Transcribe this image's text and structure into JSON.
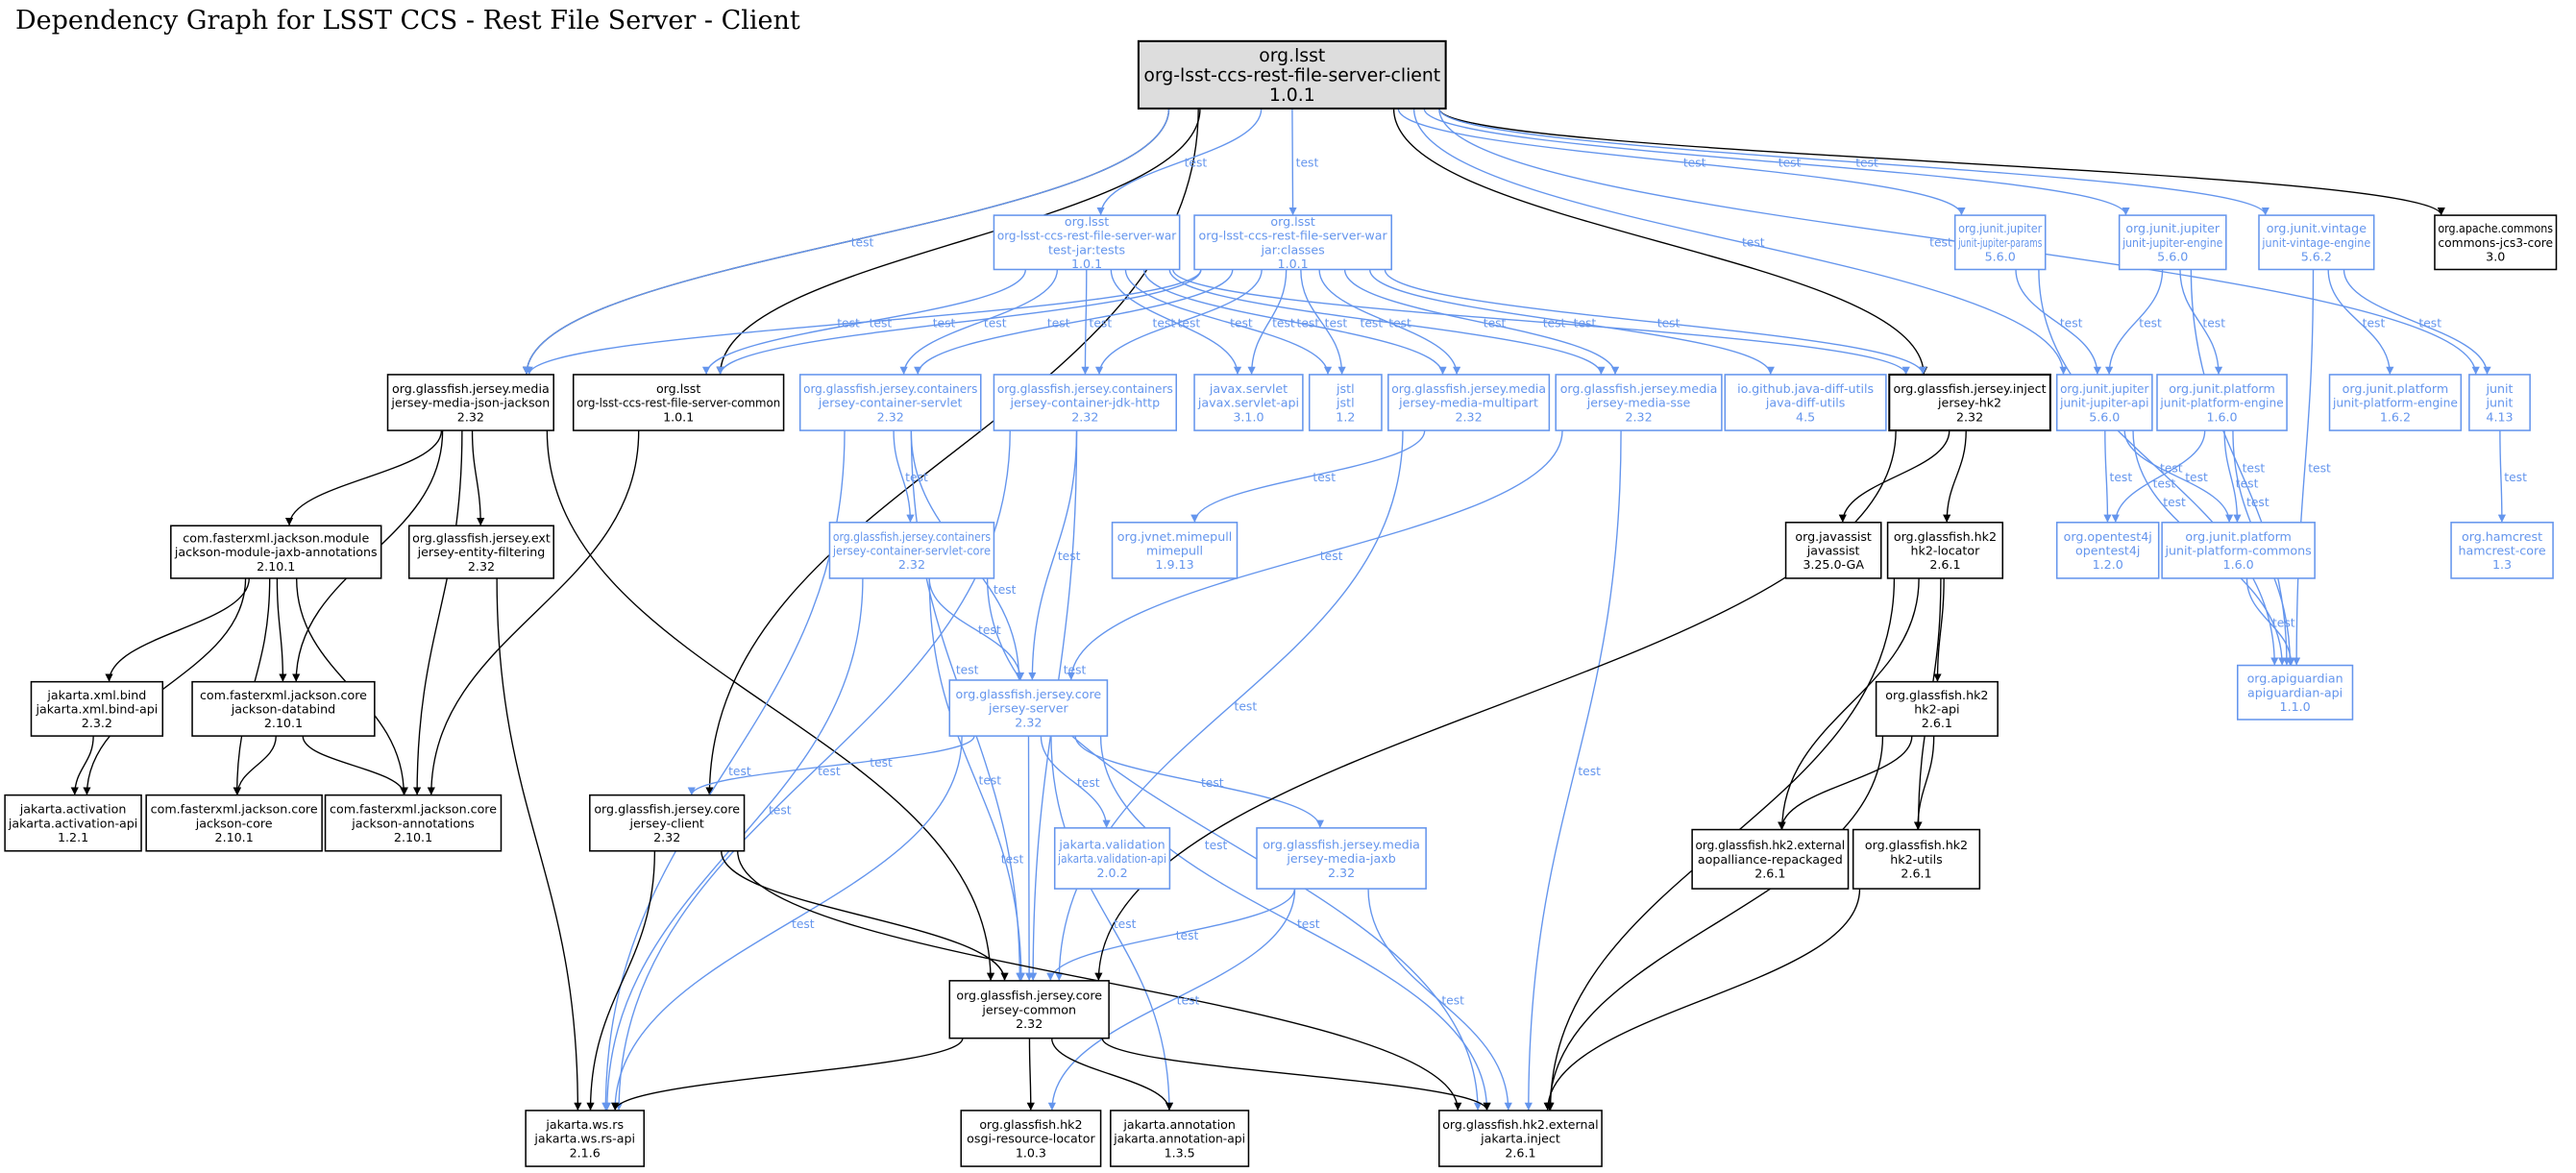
{
  "title": "Dependency Graph for LSST CCS - Rest File Server - Client",
  "colors": {
    "compile": "#000000",
    "test": "#6495ED",
    "root_fill": "#DDDDDD"
  },
  "nodes": [
    {
      "id": "root",
      "lines": [
        "org.lsst",
        "org-lsst-ccs-rest-file-server-client",
        "1.0.1"
      ],
      "scope": "root"
    },
    {
      "id": "war_tests",
      "lines": [
        "org.lsst",
        "org-lsst-ccs-rest-file-server-war",
        "test-jar:tests",
        "1.0.1"
      ],
      "scope": "test"
    },
    {
      "id": "war_classes",
      "lines": [
        "org.lsst",
        "org-lsst-ccs-rest-file-server-war",
        "jar:classes",
        "1.0.1"
      ],
      "scope": "test"
    },
    {
      "id": "jup_params",
      "lines": [
        "org.junit.jupiter",
        "junit-jupiter-params",
        "5.6.0"
      ],
      "scope": "test"
    },
    {
      "id": "jup_engine",
      "lines": [
        "org.junit.jupiter",
        "junit-jupiter-engine",
        "5.6.0"
      ],
      "scope": "test"
    },
    {
      "id": "vintage",
      "lines": [
        "org.junit.vintage",
        "junit-vintage-engine",
        "5.6.2"
      ],
      "scope": "test"
    },
    {
      "id": "jcs3",
      "lines": [
        "org.apache.commons",
        "commons-jcs3-core",
        "3.0"
      ],
      "scope": "compile"
    },
    {
      "id": "json_jackson",
      "lines": [
        "org.glassfish.jersey.media",
        "jersey-media-json-jackson",
        "2.32"
      ],
      "scope": "compile"
    },
    {
      "id": "server_common",
      "lines": [
        "org.lsst",
        "org-lsst-ccs-rest-file-server-common",
        "1.0.1"
      ],
      "scope": "compile"
    },
    {
      "id": "cont_servlet",
      "lines": [
        "org.glassfish.jersey.containers",
        "jersey-container-servlet",
        "2.32"
      ],
      "scope": "test"
    },
    {
      "id": "cont_jdk",
      "lines": [
        "org.glassfish.jersey.containers",
        "jersey-container-jdk-http",
        "2.32"
      ],
      "scope": "test"
    },
    {
      "id": "servlet_api",
      "lines": [
        "javax.servlet",
        "javax.servlet-api",
        "3.1.0"
      ],
      "scope": "test"
    },
    {
      "id": "jstl",
      "lines": [
        "jstl",
        "jstl",
        "1.2"
      ],
      "scope": "test"
    },
    {
      "id": "multipart",
      "lines": [
        "org.glassfish.jersey.media",
        "jersey-media-multipart",
        "2.32"
      ],
      "scope": "test"
    },
    {
      "id": "sse",
      "lines": [
        "org.glassfish.jersey.media",
        "jersey-media-sse",
        "2.32"
      ],
      "scope": "test"
    },
    {
      "id": "diff_utils",
      "lines": [
        "io.github.java-diff-utils",
        "java-diff-utils",
        "4.5"
      ],
      "scope": "test"
    },
    {
      "id": "jersey_hk2",
      "lines": [
        "org.glassfish.jersey.inject",
        "jersey-hk2",
        "2.32"
      ],
      "scope": "compile"
    },
    {
      "id": "jup_api",
      "lines": [
        "org.junit.jupiter",
        "junit-jupiter-api",
        "5.6.0"
      ],
      "scope": "test"
    },
    {
      "id": "plat_engine_160",
      "lines": [
        "org.junit.platform",
        "junit-platform-engine",
        "1.6.0"
      ],
      "scope": "test"
    },
    {
      "id": "plat_engine_162",
      "lines": [
        "org.junit.platform",
        "junit-platform-engine",
        "1.6.2"
      ],
      "scope": "test"
    },
    {
      "id": "junit",
      "lines": [
        "junit",
        "junit",
        "4.13"
      ],
      "scope": "test"
    },
    {
      "id": "jaxb_ann",
      "lines": [
        "com.fasterxml.jackson.module",
        "jackson-module-jaxb-annotations",
        "2.10.1"
      ],
      "scope": "compile"
    },
    {
      "id": "entity_filtering",
      "lines": [
        "org.glassfish.jersey.ext",
        "jersey-entity-filtering",
        "2.32"
      ],
      "scope": "compile"
    },
    {
      "id": "servlet_core",
      "lines": [
        "org.glassfish.jersey.containers",
        "jersey-container-servlet-core",
        "2.32"
      ],
      "scope": "test"
    },
    {
      "id": "mimepull",
      "lines": [
        "org.jvnet.mimepull",
        "mimepull",
        "1.9.13"
      ],
      "scope": "test"
    },
    {
      "id": "javassist",
      "lines": [
        "org.javassist",
        "javassist",
        "3.25.0-GA"
      ],
      "scope": "compile"
    },
    {
      "id": "hk2_locator",
      "lines": [
        "org.glassfish.hk2",
        "hk2-locator",
        "2.6.1"
      ],
      "scope": "compile"
    },
    {
      "id": "opentest4j",
      "lines": [
        "org.opentest4j",
        "opentest4j",
        "1.2.0"
      ],
      "scope": "test"
    },
    {
      "id": "plat_commons",
      "lines": [
        "org.junit.platform",
        "junit-platform-commons",
        "1.6.0"
      ],
      "scope": "test"
    },
    {
      "id": "hamcrest",
      "lines": [
        "org.hamcrest",
        "hamcrest-core",
        "1.3"
      ],
      "scope": "test"
    },
    {
      "id": "xml_bind",
      "lines": [
        "jakarta.xml.bind",
        "jakarta.xml.bind-api",
        "2.3.2"
      ],
      "scope": "compile"
    },
    {
      "id": "databind",
      "lines": [
        "com.fasterxml.jackson.core",
        "jackson-databind",
        "2.10.1"
      ],
      "scope": "compile"
    },
    {
      "id": "jersey_server",
      "lines": [
        "org.glassfish.jersey.core",
        "jersey-server",
        "2.32"
      ],
      "scope": "test"
    },
    {
      "id": "hk2_api",
      "lines": [
        "org.glassfish.hk2",
        "hk2-api",
        "2.6.1"
      ],
      "scope": "compile"
    },
    {
      "id": "apiguardian",
      "lines": [
        "org.apiguardian",
        "apiguardian-api",
        "1.1.0"
      ],
      "scope": "test"
    },
    {
      "id": "activation",
      "lines": [
        "jakarta.activation",
        "jakarta.activation-api",
        "1.2.1"
      ],
      "scope": "compile"
    },
    {
      "id": "jackson_core",
      "lines": [
        "com.fasterxml.jackson.core",
        "jackson-core",
        "2.10.1"
      ],
      "scope": "compile"
    },
    {
      "id": "jackson_ann",
      "lines": [
        "com.fasterxml.jackson.core",
        "jackson-annotations",
        "2.10.1"
      ],
      "scope": "compile"
    },
    {
      "id": "jersey_client",
      "lines": [
        "org.glassfish.jersey.core",
        "jersey-client",
        "2.32"
      ],
      "scope": "compile"
    },
    {
      "id": "validation",
      "lines": [
        "jakarta.validation",
        "jakarta.validation-api",
        "2.0.2"
      ],
      "scope": "test"
    },
    {
      "id": "media_jaxb",
      "lines": [
        "org.glassfish.jersey.media",
        "jersey-media-jaxb",
        "2.32"
      ],
      "scope": "test"
    },
    {
      "id": "aopalliance",
      "lines": [
        "org.glassfish.hk2.external",
        "aopalliance-repackaged",
        "2.6.1"
      ],
      "scope": "compile"
    },
    {
      "id": "hk2_utils",
      "lines": [
        "org.glassfish.hk2",
        "hk2-utils",
        "2.6.1"
      ],
      "scope": "compile"
    },
    {
      "id": "jersey_common",
      "lines": [
        "org.glassfish.jersey.core",
        "jersey-common",
        "2.32"
      ],
      "scope": "compile"
    },
    {
      "id": "wsrs",
      "lines": [
        "jakarta.ws.rs",
        "jakarta.ws.rs-api",
        "2.1.6"
      ],
      "scope": "compile"
    },
    {
      "id": "osgi",
      "lines": [
        "org.glassfish.hk2",
        "osgi-resource-locator",
        "1.0.3"
      ],
      "scope": "compile"
    },
    {
      "id": "annotation",
      "lines": [
        "jakarta.annotation",
        "jakarta.annotation-api",
        "1.3.5"
      ],
      "scope": "compile"
    },
    {
      "id": "inject",
      "lines": [
        "org.glassfish.hk2.external",
        "jakarta.inject",
        "2.6.1"
      ],
      "scope": "compile"
    }
  ],
  "edges": [
    {
      "from": "root",
      "to": "json_jackson",
      "label": ""
    },
    {
      "from": "root",
      "to": "server_common",
      "label": ""
    },
    {
      "from": "root",
      "to": "jersey_client",
      "label": ""
    },
    {
      "from": "root",
      "to": "jersey_hk2",
      "label": ""
    },
    {
      "from": "root",
      "to": "jcs3",
      "label": ""
    },
    {
      "from": "root",
      "to": "war_tests",
      "label": "test"
    },
    {
      "from": "root",
      "to": "war_classes",
      "label": "test"
    },
    {
      "from": "root",
      "to": "jup_params",
      "label": "test"
    },
    {
      "from": "root",
      "to": "jup_api",
      "label": "test"
    },
    {
      "from": "root",
      "to": "jup_engine",
      "label": "test"
    },
    {
      "from": "root",
      "to": "vintage",
      "label": "test"
    },
    {
      "from": "root",
      "to": "junit",
      "label": "test"
    },
    {
      "from": "root",
      "to": "json_jackson",
      "label": "test"
    },
    {
      "from": "war_tests",
      "to": "server_common",
      "label": "test"
    },
    {
      "from": "war_tests",
      "to": "cont_servlet",
      "label": "test"
    },
    {
      "from": "war_tests",
      "to": "cont_jdk",
      "label": "test"
    },
    {
      "from": "war_tests",
      "to": "servlet_api",
      "label": "test"
    },
    {
      "from": "war_tests",
      "to": "jstl",
      "label": "test"
    },
    {
      "from": "war_tests",
      "to": "multipart",
      "label": "test"
    },
    {
      "from": "war_tests",
      "to": "sse",
      "label": "test"
    },
    {
      "from": "war_tests",
      "to": "jersey_hk2",
      "label": "test"
    },
    {
      "from": "war_classes",
      "to": "json_jackson",
      "label": "test"
    },
    {
      "from": "war_classes",
      "to": "server_common",
      "label": "test"
    },
    {
      "from": "war_classes",
      "to": "cont_servlet",
      "label": "test"
    },
    {
      "from": "war_classes",
      "to": "cont_jdk",
      "label": "test"
    },
    {
      "from": "war_classes",
      "to": "servlet_api",
      "label": "test"
    },
    {
      "from": "war_classes",
      "to": "jstl",
      "label": "test"
    },
    {
      "from": "war_classes",
      "to": "multipart",
      "label": "test"
    },
    {
      "from": "war_classes",
      "to": "sse",
      "label": "test"
    },
    {
      "from": "war_classes",
      "to": "diff_utils",
      "label": "test"
    },
    {
      "from": "war_classes",
      "to": "jersey_hk2",
      "label": "test"
    },
    {
      "from": "json_jackson",
      "to": "jaxb_ann",
      "label": ""
    },
    {
      "from": "json_jackson",
      "to": "entity_filtering",
      "label": ""
    },
    {
      "from": "json_jackson",
      "to": "databind",
      "label": ""
    },
    {
      "from": "json_jackson",
      "to": "jackson_ann",
      "label": ""
    },
    {
      "from": "json_jackson",
      "to": "jersey_common",
      "label": ""
    },
    {
      "from": "server_common",
      "to": "jackson_ann",
      "label": ""
    },
    {
      "from": "entity_filtering",
      "to": "wsrs",
      "label": ""
    },
    {
      "from": "jaxb_ann",
      "to": "xml_bind",
      "label": ""
    },
    {
      "from": "jaxb_ann",
      "to": "databind",
      "label": ""
    },
    {
      "from": "jaxb_ann",
      "to": "activation",
      "label": ""
    },
    {
      "from": "jaxb_ann",
      "to": "jackson_core",
      "label": ""
    },
    {
      "from": "jaxb_ann",
      "to": "jackson_ann",
      "label": ""
    },
    {
      "from": "xml_bind",
      "to": "activation",
      "label": ""
    },
    {
      "from": "databind",
      "to": "jackson_core",
      "label": ""
    },
    {
      "from": "databind",
      "to": "jackson_ann",
      "label": ""
    },
    {
      "from": "cont_servlet",
      "to": "servlet_core",
      "label": "test"
    },
    {
      "from": "cont_servlet",
      "to": "jersey_server",
      "label": "test"
    },
    {
      "from": "cont_servlet",
      "to": "jersey_common",
      "label": "test"
    },
    {
      "from": "cont_servlet",
      "to": "wsrs",
      "label": "test"
    },
    {
      "from": "cont_jdk",
      "to": "jersey_server",
      "label": "test"
    },
    {
      "from": "cont_jdk",
      "to": "jersey_common",
      "label": "test"
    },
    {
      "from": "cont_jdk",
      "to": "wsrs",
      "label": "test"
    },
    {
      "from": "multipart",
      "to": "mimepull",
      "label": "test"
    },
    {
      "from": "multipart",
      "to": "jersey_common",
      "label": "test"
    },
    {
      "from": "sse",
      "to": "jersey_server",
      "label": "test"
    },
    {
      "from": "sse",
      "to": "inject",
      "label": "test"
    },
    {
      "from": "servlet_core",
      "to": "jersey_server",
      "label": "test"
    },
    {
      "from": "servlet_core",
      "to": "jersey_common",
      "label": "test"
    },
    {
      "from": "servlet_core",
      "to": "wsrs",
      "label": "test"
    },
    {
      "from": "servlet_core",
      "to": "inject",
      "label": "test"
    },
    {
      "from": "jersey_server",
      "to": "jersey_client",
      "label": "test"
    },
    {
      "from": "jersey_server",
      "to": "jersey_common",
      "label": "test"
    },
    {
      "from": "jersey_server",
      "to": "validation",
      "label": "test"
    },
    {
      "from": "jersey_server",
      "to": "media_jaxb",
      "label": "test"
    },
    {
      "from": "jersey_server",
      "to": "wsrs",
      "label": "test"
    },
    {
      "from": "jersey_server",
      "to": "inject",
      "label": "test"
    },
    {
      "from": "jersey_server",
      "to": "annotation",
      "label": "test"
    },
    {
      "from": "media_jaxb",
      "to": "jersey_common",
      "label": "test"
    },
    {
      "from": "media_jaxb",
      "to": "osgi",
      "label": "test"
    },
    {
      "from": "media_jaxb",
      "to": "inject",
      "label": "test"
    },
    {
      "from": "jersey_client",
      "to": "jersey_common",
      "label": ""
    },
    {
      "from": "jersey_client",
      "to": "wsrs",
      "label": ""
    },
    {
      "from": "jersey_client",
      "to": "inject",
      "label": ""
    },
    {
      "from": "jersey_common",
      "to": "wsrs",
      "label": ""
    },
    {
      "from": "jersey_common",
      "to": "osgi",
      "label": ""
    },
    {
      "from": "jersey_common",
      "to": "annotation",
      "label": ""
    },
    {
      "from": "jersey_common",
      "to": "inject",
      "label": ""
    },
    {
      "from": "jersey_hk2",
      "to": "jersey_common",
      "label": ""
    },
    {
      "from": "jersey_hk2",
      "to": "javassist",
      "label": ""
    },
    {
      "from": "jersey_hk2",
      "to": "hk2_locator",
      "label": ""
    },
    {
      "from": "hk2_locator",
      "to": "inject",
      "label": ""
    },
    {
      "from": "hk2_locator",
      "to": "aopalliance",
      "label": ""
    },
    {
      "from": "hk2_locator",
      "to": "hk2_api",
      "label": ""
    },
    {
      "from": "hk2_locator",
      "to": "hk2_utils",
      "label": ""
    },
    {
      "from": "hk2_api",
      "to": "aopalliance",
      "label": ""
    },
    {
      "from": "hk2_api",
      "to": "hk2_utils",
      "label": ""
    },
    {
      "from": "hk2_api",
      "to": "inject",
      "label": ""
    },
    {
      "from": "hk2_utils",
      "to": "inject",
      "label": ""
    },
    {
      "from": "jup_params",
      "to": "jup_api",
      "label": "test"
    },
    {
      "from": "jup_params",
      "to": "apiguardian",
      "label": "test"
    },
    {
      "from": "jup_engine",
      "to": "jup_api",
      "label": "test"
    },
    {
      "from": "jup_engine",
      "to": "plat_engine_160",
      "label": "test"
    },
    {
      "from": "jup_engine",
      "to": "apiguardian",
      "label": "test"
    },
    {
      "from": "vintage",
      "to": "plat_engine_162",
      "label": "test"
    },
    {
      "from": "vintage",
      "to": "junit",
      "label": "test"
    },
    {
      "from": "vintage",
      "to": "apiguardian",
      "label": "test"
    },
    {
      "from": "jup_api",
      "to": "opentest4j",
      "label": "test"
    },
    {
      "from": "jup_api",
      "to": "plat_commons",
      "label": "test"
    },
    {
      "from": "jup_api",
      "to": "apiguardian",
      "label": "test"
    },
    {
      "from": "plat_engine_160",
      "to": "opentest4j",
      "label": "test"
    },
    {
      "from": "plat_engine_160",
      "to": "plat_commons",
      "label": "test"
    },
    {
      "from": "plat_engine_160",
      "to": "apiguardian",
      "label": "test"
    },
    {
      "from": "plat_commons",
      "to": "apiguardian",
      "label": "test"
    },
    {
      "from": "junit",
      "to": "hamcrest",
      "label": "test"
    }
  ]
}
